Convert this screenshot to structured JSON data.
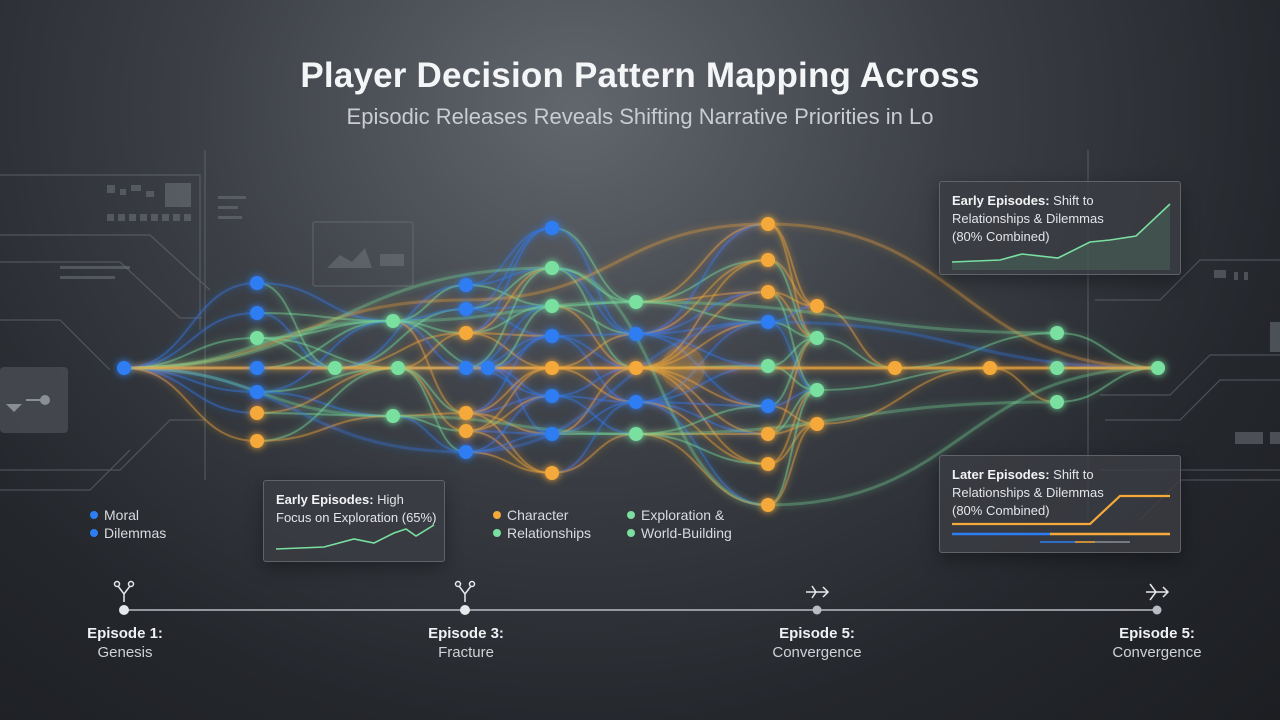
{
  "title": "Player Decision Pattern Mapping Across",
  "subtitle": "Episodic Releases Reveals Shifting Narrative Priorities in Lo",
  "colors": {
    "moral": "#2f7df2",
    "character": "#f5a93a",
    "exploration": "#79e0a0"
  },
  "legend": [
    {
      "key": "moral",
      "lines": [
        "Moral",
        "Dilemmas"
      ]
    },
    {
      "key": "character",
      "lines": [
        "Character",
        "Relationships"
      ]
    },
    {
      "key": "exploration",
      "lines": [
        "Exploration &",
        "World-Building"
      ]
    }
  ],
  "callouts": {
    "early_left": {
      "bold": "Early Episodes:",
      "rest": " High",
      "line2": "Focus on Exploration (65%)"
    },
    "early_right": {
      "bold": "Early Episodes:",
      "rest": " Shift to",
      "line2": "Relationships & Dilemmas",
      "line3": "(80% Combined)"
    },
    "later_right": {
      "bold": "Later Episodes:",
      "rest": " Shift to",
      "line2": "Relationships & Dilemmas",
      "line3": "(80% Combined)"
    }
  },
  "timeline": [
    {
      "name": "Episode 1:",
      "sub": "Genesis",
      "icon": "branch-split-icon"
    },
    {
      "name": "Episode 3:",
      "sub": "Fracture",
      "icon": "branch-split-icon"
    },
    {
      "name": "Episode 5:",
      "sub": "Convergence",
      "icon": "merge-arrow-icon"
    },
    {
      "name": "Episode 5:",
      "sub": "Convergence",
      "icon": "converge-arrow-icon"
    }
  ]
}
